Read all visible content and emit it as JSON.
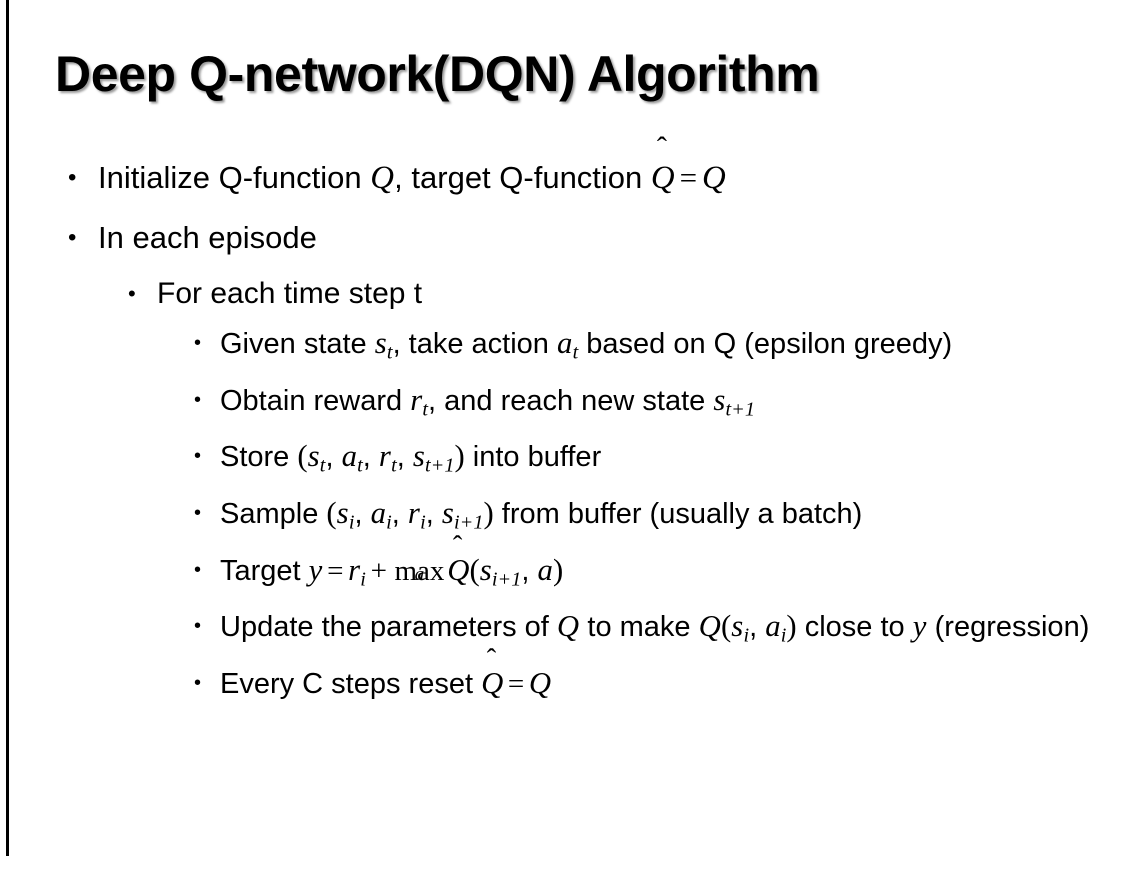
{
  "slide": {
    "title": "Deep Q-network(DQN) Algorithm",
    "background_color": "#ffffff",
    "text_color": "#000000",
    "left_rule_color": "#000000",
    "bullet_glyph": "•"
  },
  "content": {
    "bullets": [
      {
        "level": 1,
        "id": "initialize-q",
        "text": "Initialize Q-function Q, target Q-function Q̂ = Q",
        "segments": [
          {
            "type": "text",
            "value": "Initialize Q-function "
          },
          {
            "type": "math",
            "value": "Q"
          },
          {
            "type": "text",
            "value": ", target Q-function "
          },
          {
            "type": "math-hat",
            "value": "Q"
          },
          {
            "type": "op",
            "value": "="
          },
          {
            "type": "math",
            "value": "Q"
          }
        ]
      },
      {
        "level": 1,
        "id": "in-each-episode",
        "text": "In each episode",
        "segments": [
          {
            "type": "text",
            "value": "In each episode"
          }
        ]
      },
      {
        "level": 2,
        "id": "for-each-time-step",
        "text": "For each time step t",
        "segments": [
          {
            "type": "text",
            "value": "For each time step t"
          }
        ]
      },
      {
        "level": 3,
        "id": "given-state",
        "text": "Given state s_t, take action a_t based on Q (epsilon greedy)"
      },
      {
        "level": 3,
        "id": "obtain-reward",
        "text": "Obtain reward r_t, and reach new state s_t+1"
      },
      {
        "level": 3,
        "id": "store-transition",
        "text": "Store (s_t, a_t, r_t, s_t+1) into buffer"
      },
      {
        "level": 3,
        "id": "sample-batch",
        "text": "Sample (s_i, a_i, r_i, s_i+1) from buffer (usually a batch)"
      },
      {
        "level": 3,
        "id": "target-formula",
        "text": "Target y = r_i + max_a Q̂(s_i+1, a)"
      },
      {
        "level": 3,
        "id": "update-parameters",
        "text": "Update the parameters of Q to make Q(s_i, a_i) close to y (regression)"
      },
      {
        "level": 3,
        "id": "reset-target-network",
        "text": "Every C steps reset Q̂ = Q"
      }
    ],
    "labels": {
      "initialize_pre": "Initialize Q-function ",
      "initialize_mid": ", target Q-function ",
      "in_each_episode": "In each episode",
      "for_each_time_step": "For each time step t",
      "given_state_pre": "Given state ",
      "given_state_mid": ", take action ",
      "given_state_post": " based on Q (epsilon greedy)",
      "obtain_reward_pre": "Obtain reward ",
      "obtain_reward_post": ", and reach new state ",
      "store_pre": "Store ",
      "store_post": " into buffer",
      "sample_pre": "Sample ",
      "sample_post": " from buffer (usually a batch)",
      "target_pre": "Target ",
      "update_pre": "Update the parameters of ",
      "update_mid": " to make ",
      "update_post": " close to ",
      "update_end": " (regression)",
      "reset_pre": "Every C steps reset ",
      "sym_Q": "Q",
      "sym_s": "s",
      "sym_a": "a",
      "sym_r": "r",
      "sym_y": "y",
      "sym_t": "t",
      "sym_i": "i",
      "sub_t": "t",
      "sub_tp1": "t+1",
      "sub_i": "i",
      "sub_ip1": "i+1",
      "op_eq": "=",
      "op_plus": "+",
      "op_max": "max",
      "comma": ", ",
      "paren_open": "(",
      "paren_close": ")",
      "hat": "ˆ"
    }
  }
}
